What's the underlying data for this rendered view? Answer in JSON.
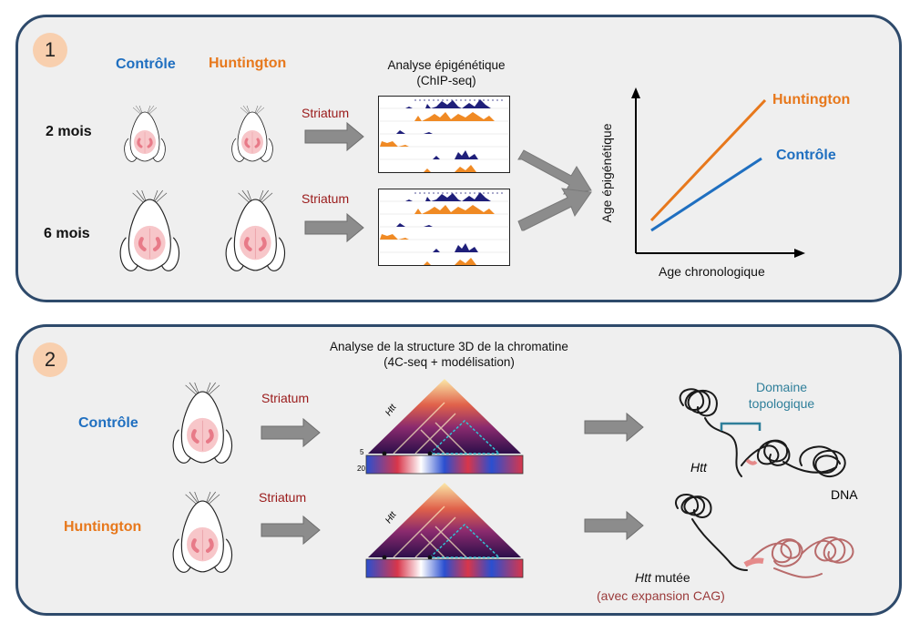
{
  "panel1": {
    "number": "1",
    "col_control": "Contrôle",
    "col_huntington": "Huntington",
    "row_2m": "2 mois",
    "row_6m": "6 mois",
    "striatum": "Striatum",
    "analysis_title": "Analyse épigénétique",
    "analysis_sub": "(ChIP-seq)",
    "graph": {
      "ylabel": "Age épigénétique",
      "xlabel": "Age chronologique",
      "line_huntington": "Huntington",
      "line_control": "Contrôle"
    }
  },
  "panel2": {
    "number": "2",
    "title": "Analyse de la structure 3D de la chromatine",
    "subtitle": "(4C-seq + modélisation)",
    "row_control": "Contrôle",
    "row_huntington": "Huntington",
    "striatum": "Striatum",
    "htt_map_label": "Htt",
    "domain_label_1": "Domaine",
    "domain_label_2": "topologique",
    "htt_label": "Htt",
    "dna_label": "DNA",
    "htt_mut_italic": "Htt",
    "htt_mut_rest": " mutée",
    "cag_label": "(avec expansion CAG)",
    "track_tick_top": "5",
    "track_tick_bottom": "20"
  },
  "colors": {
    "panel_border": "#2e4a6b",
    "panel_fill": "#efefef",
    "badge": "#f8cfae",
    "control_blue": "#1f6fc0",
    "huntington_orange": "#e7781c",
    "striatum_red": "#9a1a1a",
    "arrow_gray": "#8c8c8c",
    "chip_navy": "#1f1f7a",
    "chip_orange": "#f08a24",
    "brain_pink": "#f4a3aa"
  }
}
